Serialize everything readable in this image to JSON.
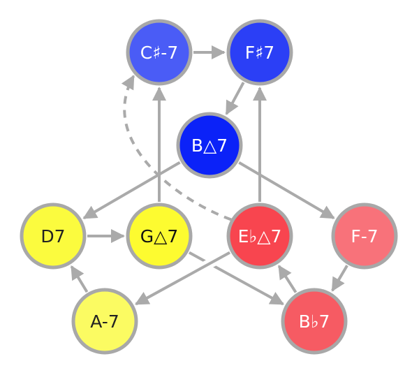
{
  "diagram": {
    "edge_color": "#aaaaaa",
    "node_border_color": "#a8a8a8",
    "nodes": [
      {
        "id": "Cs-7",
        "label": "C♯-7",
        "fill": "#4a5cf6",
        "text_color": "#ffffff"
      },
      {
        "id": "Fs7",
        "label": "F♯7",
        "fill": "#2b3ff6",
        "text_color": "#ffffff"
      },
      {
        "id": "BM7",
        "label": "B△7",
        "fill": "#0b22f8",
        "text_color": "#ffffff"
      },
      {
        "id": "D7",
        "label": "D7",
        "fill": "#fbfb3e",
        "text_color": "#222222"
      },
      {
        "id": "GM7",
        "label": "G△7",
        "fill": "#fdfb30",
        "text_color": "#111111"
      },
      {
        "id": "EbM7",
        "label": "E♭△7",
        "fill": "#f8454f",
        "text_color": "#ffffff"
      },
      {
        "id": "F-7",
        "label": "F-7",
        "fill": "#f8727a",
        "text_color": "#ffffff"
      },
      {
        "id": "A-7",
        "label": "A-7",
        "fill": "#fbfb62",
        "text_color": "#222222"
      },
      {
        "id": "Bb7",
        "label": "B♭7",
        "fill": "#f65b63",
        "text_color": "#ffffff"
      }
    ],
    "edges": [
      {
        "from": "Cs-7",
        "to": "Fs7"
      },
      {
        "from": "Fs7",
        "to": "BM7"
      },
      {
        "from": "BM7",
        "to": "D7"
      },
      {
        "from": "BM7",
        "to": "F-7"
      },
      {
        "from": "GM7",
        "to": "Cs-7"
      },
      {
        "from": "EbM7",
        "to": "Fs7"
      },
      {
        "from": "EbM7",
        "to": "Cs-7",
        "dashed": true
      },
      {
        "from": "D7",
        "to": "GM7"
      },
      {
        "from": "A-7",
        "to": "D7"
      },
      {
        "from": "GM7",
        "to": "Bb7"
      },
      {
        "from": "EbM7",
        "to": "A-7",
        "gap": true
      },
      {
        "from": "F-7",
        "to": "Bb7"
      },
      {
        "from": "Bb7",
        "to": "EbM7"
      }
    ]
  }
}
